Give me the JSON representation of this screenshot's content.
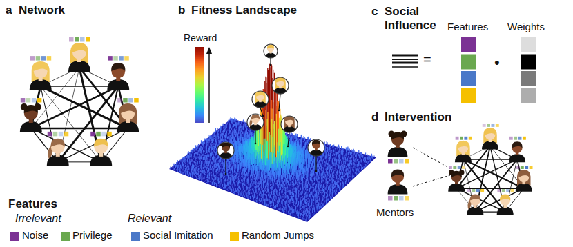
{
  "diagram": {
    "labels": [
      "a",
      "Network",
      "b",
      "Fitness Landscape",
      "Reward",
      "c",
      "Social Influence",
      "=",
      "Features",
      "•",
      "Weights",
      "d",
      "Intervention",
      "Mentors",
      "Features",
      "Irrelevant",
      "Relevant"
    ],
    "legend": [
      {
        "text": "Noise",
        "color": "#7b3294"
      },
      {
        "text": "Privilege",
        "color": "#6aa84f"
      },
      {
        "text": "Social Imitation",
        "color": "#4a78c8"
      },
      {
        "text": "Random Jumps",
        "color": "#f5c000"
      }
    ]
  }
}
